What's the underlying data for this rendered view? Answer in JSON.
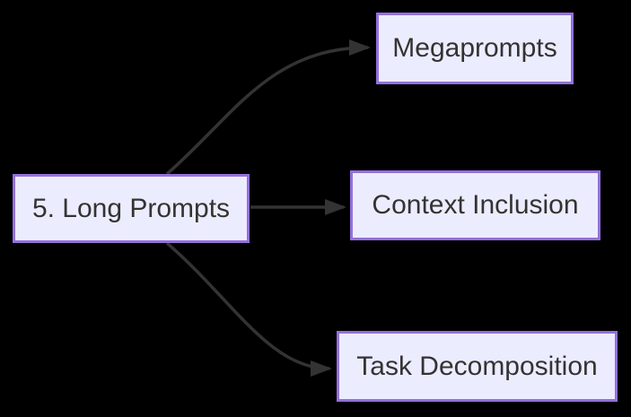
{
  "diagram": {
    "type": "flowchart-left-to-right",
    "colors": {
      "background": "#000000",
      "node_fill": "#ECECFF",
      "node_border": "#9370DB",
      "node_text": "#333333",
      "edge": "#333333"
    },
    "nodes": {
      "long_prompts": {
        "label": "5. Long Prompts"
      },
      "megaprompts": {
        "label": "Megaprompts"
      },
      "context_inclusion": {
        "label": "Context Inclusion"
      },
      "task_decomposition": {
        "label": "Task Decomposition"
      }
    },
    "edges": [
      {
        "from": "5. Long Prompts",
        "to": "Megaprompts"
      },
      {
        "from": "5. Long Prompts",
        "to": "Context Inclusion"
      },
      {
        "from": "5. Long Prompts",
        "to": "Task Decomposition"
      }
    ]
  }
}
